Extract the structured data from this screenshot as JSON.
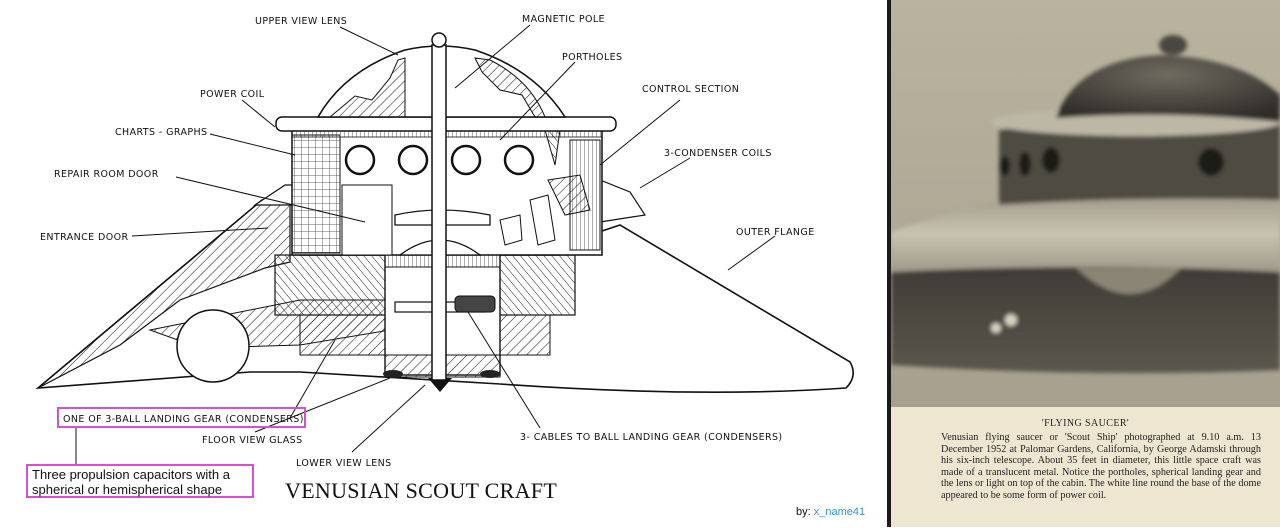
{
  "diagram": {
    "title": "VENUSIAN SCOUT CRAFT",
    "labels": {
      "upper_view_lens": "UPPER VIEW LENS",
      "magnetic_pole": "MAGNETIC POLE",
      "portholes": "PORTHOLES",
      "power_coil": "POWER COIL",
      "control_section": "CONTROL SECTION",
      "charts_graphs": "CHARTS - GRAPHS",
      "three_condenser_coils": "3-CONDENSER COILS",
      "repair_room_door": "REPAIR ROOM DOOR",
      "outer_flange": "OUTER FLANGE",
      "entrance_door": "ENTRANCE DOOR",
      "landing_gear": "ONE OF 3-BALL LANDING GEAR (CONDENSERS)",
      "floor_view_glass": "FLOOR VIEW GLASS",
      "cables": "3- CABLES TO BALL LANDING GEAR (CONDENSERS)",
      "lower_view_lens": "LOWER VIEW LENS"
    },
    "annotation": "Three propulsion capacitors with a spherical or hemispherical shape",
    "annotation_color": "#d94fd1",
    "credit_prefix": "by:",
    "credit_name": "x_name41",
    "credit_color": "#2a9ad0"
  },
  "photo": {
    "caption_title": "'FLYING SAUCER'",
    "caption_text": "Venusian flying saucer or 'Scout Ship' photographed at 9.10 a.m. 13 December 1952 at Palomar Gardens, California, by George Adamski through his six-inch telescope. About 35 feet in diameter, this little space craft was made of a translucent metal. Notice the portholes, spherical landing gear and the lens or light on top of the cabin. The white line round the base of the dome appeared to be some form of power coil."
  }
}
